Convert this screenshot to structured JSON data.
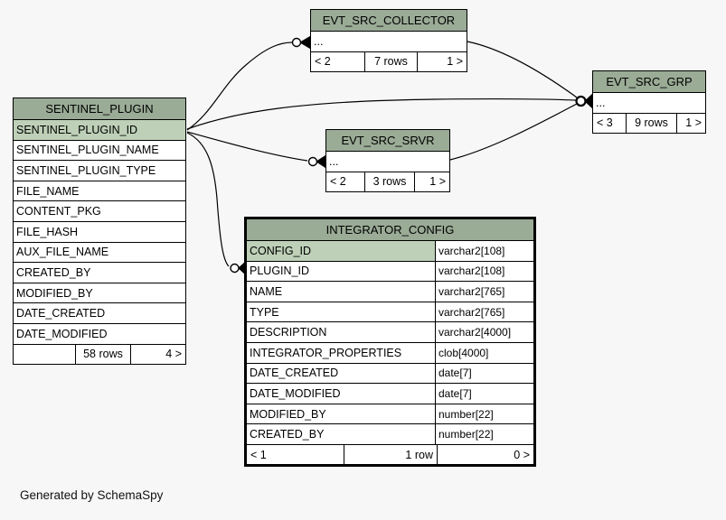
{
  "diagram": {
    "generated_by": "Generated by SchemaSpy",
    "colors": {
      "background": "#f7f7f7",
      "header_green": "#9aab96",
      "primary_key_green": "#bed1b8",
      "border": "#000000"
    },
    "tables": {
      "sentinel_plugin": {
        "title": "SENTINEL_PLUGIN",
        "primary_key": "SENTINEL_PLUGIN_ID",
        "columns": [
          "SENTINEL_PLUGIN_ID",
          "SENTINEL_PLUGIN_NAME",
          "SENTINEL_PLUGIN_TYPE",
          "FILE_NAME",
          "CONTENT_PKG",
          "FILE_HASH",
          "AUX_FILE_NAME",
          "CREATED_BY",
          "MODIFIED_BY",
          "DATE_CREATED",
          "DATE_MODIFIED"
        ],
        "footer": {
          "left": "",
          "center": "58 rows",
          "right": "4 >"
        }
      },
      "evt_src_collector": {
        "title": "EVT_SRC_COLLECTOR",
        "ellipsis": "...",
        "footer": {
          "left": "< 2",
          "center": "7 rows",
          "right": "1 >"
        }
      },
      "evt_src_grp": {
        "title": "EVT_SRC_GRP",
        "ellipsis": "...",
        "footer": {
          "left": "< 3",
          "center": "9 rows",
          "right": "1 >"
        }
      },
      "evt_src_srvr": {
        "title": "EVT_SRC_SRVR",
        "ellipsis": "...",
        "footer": {
          "left": "< 2",
          "center": "3 rows",
          "right": "1 >"
        }
      },
      "integrator_config": {
        "title": "INTEGRATOR_CONFIG",
        "primary_key": "CONFIG_ID",
        "columns": [
          {
            "name": "CONFIG_ID",
            "type": "varchar2[108]"
          },
          {
            "name": "PLUGIN_ID",
            "type": "varchar2[108]"
          },
          {
            "name": "NAME",
            "type": "varchar2[765]"
          },
          {
            "name": "TYPE",
            "type": "varchar2[765]"
          },
          {
            "name": "DESCRIPTION",
            "type": "varchar2[4000]"
          },
          {
            "name": "INTEGRATOR_PROPERTIES",
            "type": "clob[4000]"
          },
          {
            "name": "DATE_CREATED",
            "type": "date[7]"
          },
          {
            "name": "DATE_MODIFIED",
            "type": "date[7]"
          },
          {
            "name": "MODIFIED_BY",
            "type": "number[22]"
          },
          {
            "name": "CREATED_BY",
            "type": "number[22]"
          }
        ],
        "footer": {
          "left": "< 1",
          "center": "1 row",
          "right": "0 >"
        }
      }
    },
    "relationships": [
      {
        "from": "SENTINEL_PLUGIN.SENTINEL_PLUGIN_ID",
        "to": "EVT_SRC_COLLECTOR"
      },
      {
        "from": "SENTINEL_PLUGIN.SENTINEL_PLUGIN_ID",
        "to": "EVT_SRC_GRP"
      },
      {
        "from": "SENTINEL_PLUGIN.SENTINEL_PLUGIN_ID",
        "to": "EVT_SRC_SRVR"
      },
      {
        "from": "SENTINEL_PLUGIN.SENTINEL_PLUGIN_ID",
        "to": "INTEGRATOR_CONFIG.PLUGIN_ID"
      },
      {
        "from": "EVT_SRC_COLLECTOR",
        "to": "EVT_SRC_GRP"
      },
      {
        "from": "EVT_SRC_SRVR",
        "to": "EVT_SRC_GRP"
      }
    ]
  }
}
